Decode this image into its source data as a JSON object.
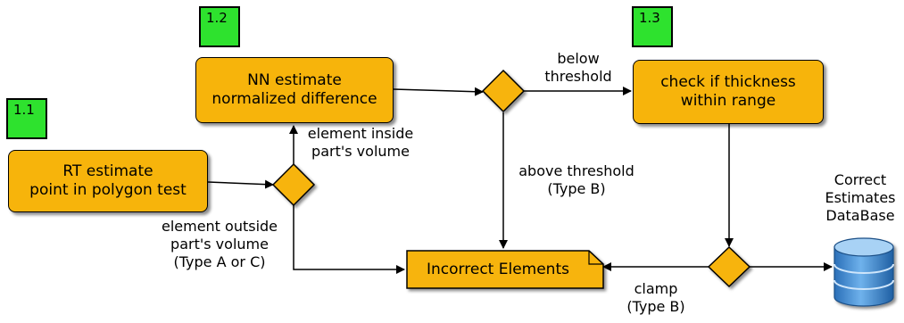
{
  "tags": [
    "1.1",
    "1.2",
    "1.3"
  ],
  "nodes": {
    "rt_estimate": [
      "RT estimate",
      "point in polygon test"
    ],
    "nn_estimate": [
      "NN estimate",
      "normalized difference"
    ],
    "check_thickness": [
      "check if thickness",
      "within range"
    ],
    "incorrect_elements": "Incorrect Elements",
    "database": [
      "Correct",
      "Estimates",
      "DataBase"
    ]
  },
  "edge_labels": {
    "inside": [
      "element inside",
      "part's volume"
    ],
    "outside": [
      "element outside",
      "part's volume",
      "(Type A or C)"
    ],
    "below": [
      "below",
      "threshold"
    ],
    "above": [
      "above threshold",
      "(Type B)"
    ],
    "clamp": [
      "clamp",
      "(Type B)"
    ]
  },
  "colors": {
    "process_fill": "#f7b40b",
    "tag_fill": "#2ee22e",
    "database_fill": "#4a90d6"
  }
}
